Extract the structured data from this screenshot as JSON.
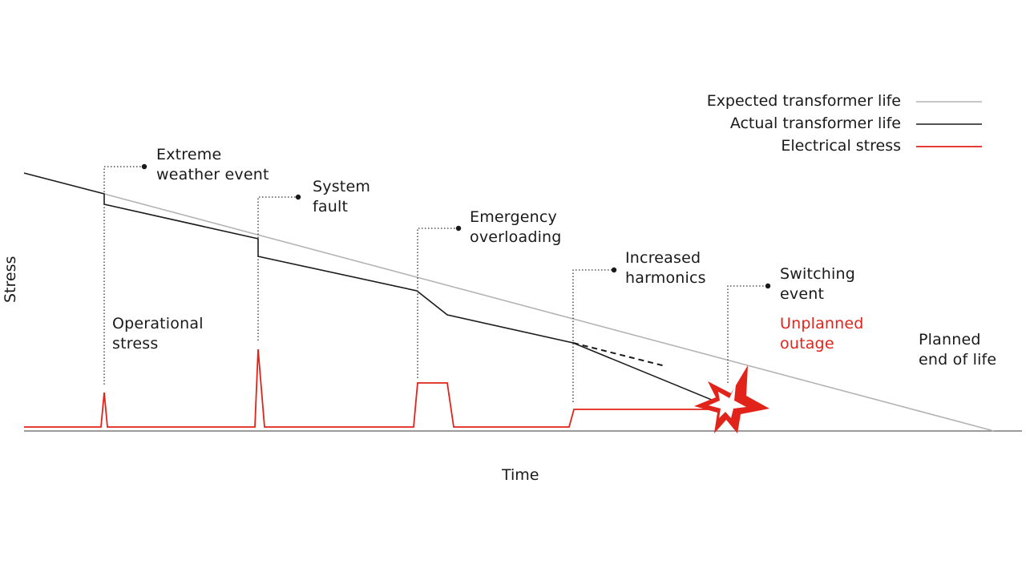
{
  "axes": {
    "y_label": "Stress",
    "x_label": "Time"
  },
  "legend": [
    {
      "label": "Expected transformer life",
      "color": "#b3b3b3",
      "icon": "gray-line"
    },
    {
      "label": "Actual transformer life",
      "color": "#1a1a1a",
      "icon": "black-line"
    },
    {
      "label": "Electrical stress",
      "color": "#e2231a",
      "icon": "red-line"
    }
  ],
  "events": [
    {
      "label": "Extreme\nweather event"
    },
    {
      "label": "System\nfault"
    },
    {
      "label": "Emergency\noverloading"
    },
    {
      "label": "Increased\nharmonics"
    },
    {
      "label": "Switching\nevent"
    }
  ],
  "annotations": {
    "operational_stress": "Operational\nstress",
    "unplanned_outage": "Unplanned\noutage",
    "planned_end_of_life": "Planned\nend of life"
  },
  "colors": {
    "expected": "#b3b3b3",
    "actual": "#1a1a1a",
    "stress": "#e2231a"
  },
  "icons": {
    "failure": "explosion-burst-icon"
  }
}
